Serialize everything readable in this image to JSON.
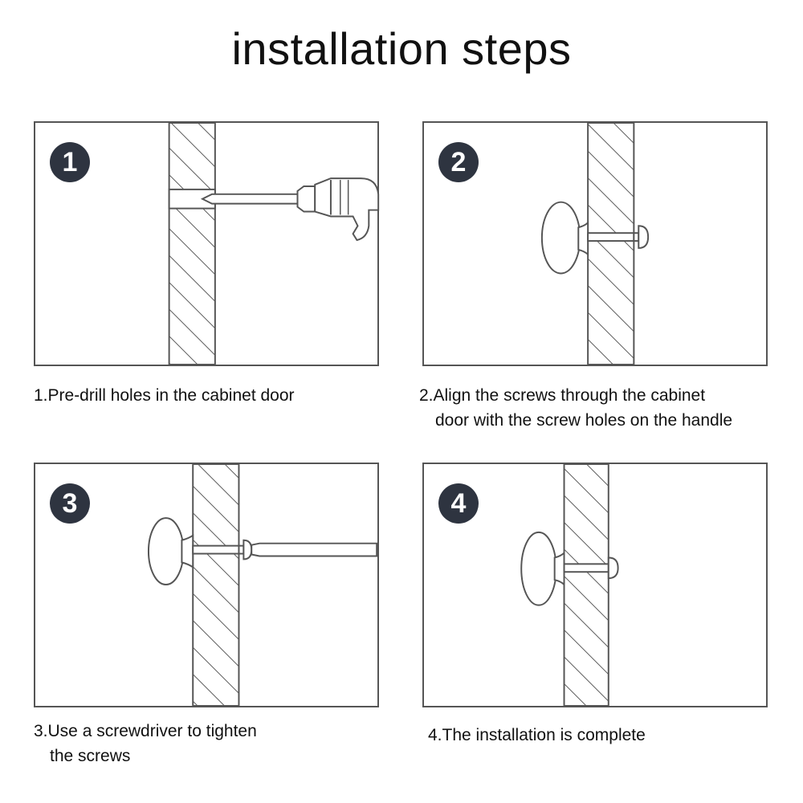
{
  "title": "installation steps",
  "steps": [
    {
      "number": "1",
      "caption_line1": "1.Pre-drill holes in the cabinet door",
      "caption_line2": "",
      "icon": "drill-icon"
    },
    {
      "number": "2",
      "caption_line1": "2.Align the screws through the cabinet",
      "caption_line2": "door with the screw holes on the handle",
      "icon": "knob-screw-icon"
    },
    {
      "number": "3",
      "caption_line1": "3.Use a screwdriver to tighten",
      "caption_line2": "the screws",
      "icon": "screwdriver-icon"
    },
    {
      "number": "4",
      "caption_line1": "4.The installation is complete",
      "caption_line2": "",
      "icon": "installed-knob-icon"
    }
  ],
  "colors": {
    "outline": "#555555",
    "badge": "#2e3440",
    "text": "#111111"
  }
}
